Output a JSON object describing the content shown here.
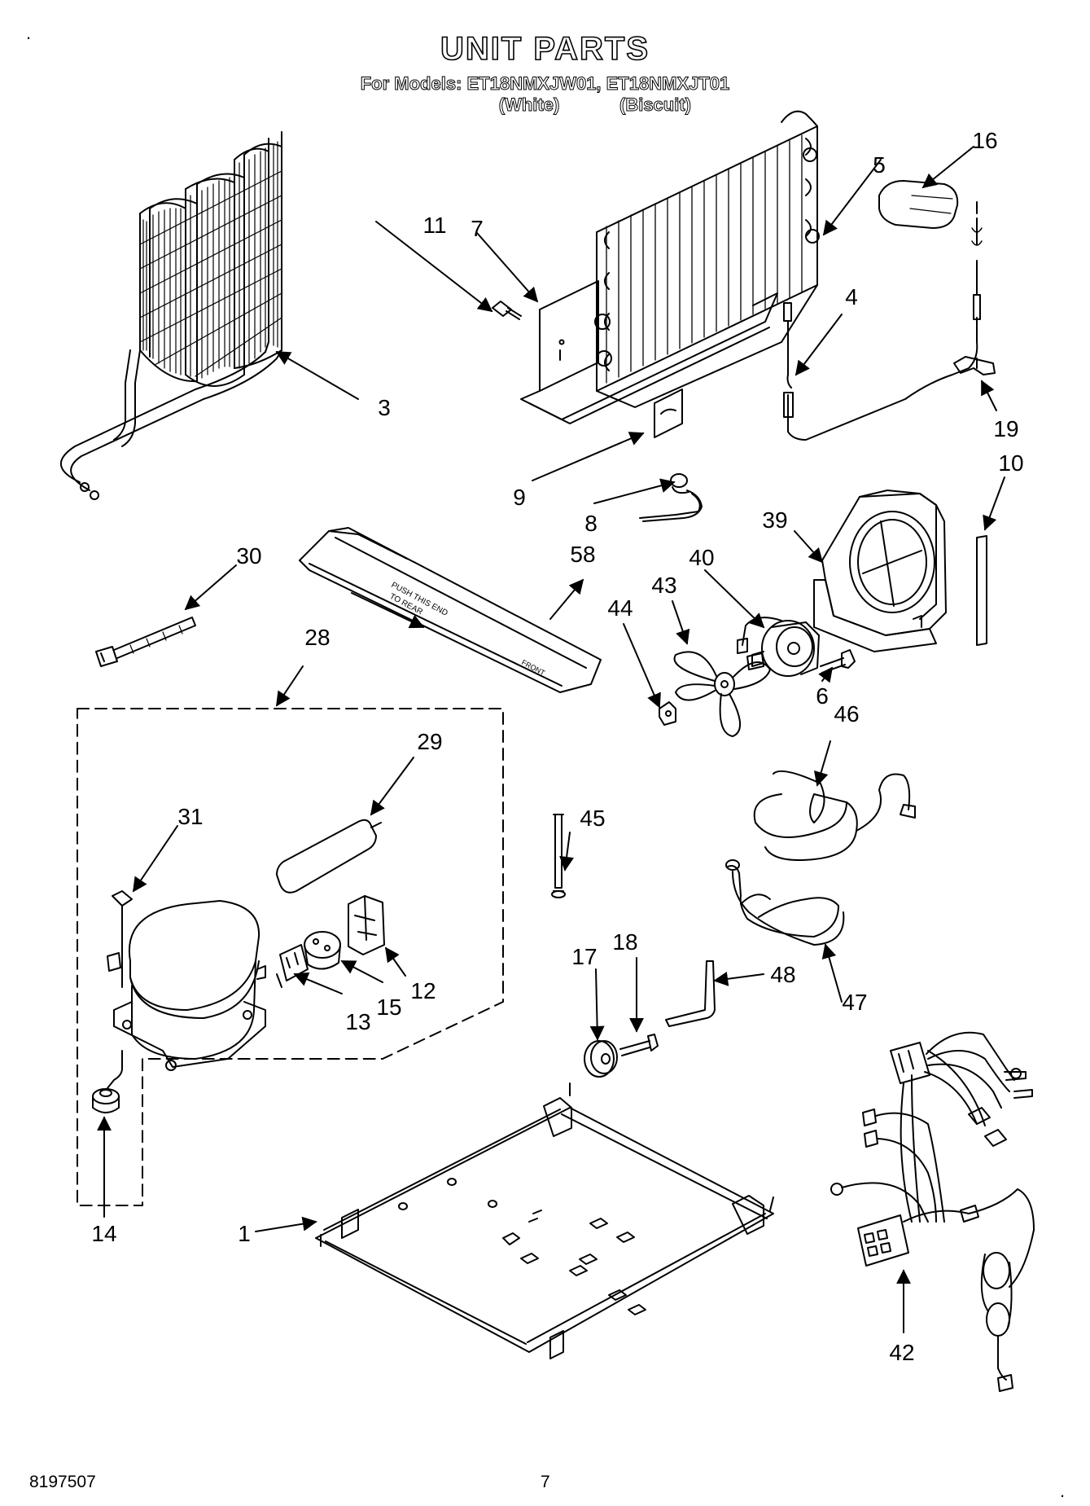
{
  "header": {
    "title": "UNIT PARTS",
    "models_line": "For Models: ET18NMXJW01, ET18NMXJT01",
    "color_1": "(White)",
    "color_2": "(Biscuit)"
  },
  "callouts": [
    "1",
    "3",
    "4",
    "5",
    "6",
    "7",
    "8",
    "9",
    "10",
    "11",
    "12",
    "13",
    "14",
    "15",
    "16",
    "17",
    "18",
    "19",
    "28",
    "29",
    "30",
    "31",
    "39",
    "40",
    "42",
    "43",
    "44",
    "45",
    "46",
    "47",
    "48",
    "58"
  ],
  "tray_text": {
    "line1": "PUSH THIS END",
    "line2": "TO REAR",
    "front": "FRONT"
  },
  "footer": {
    "doc_number": "8197507",
    "page": "7"
  }
}
